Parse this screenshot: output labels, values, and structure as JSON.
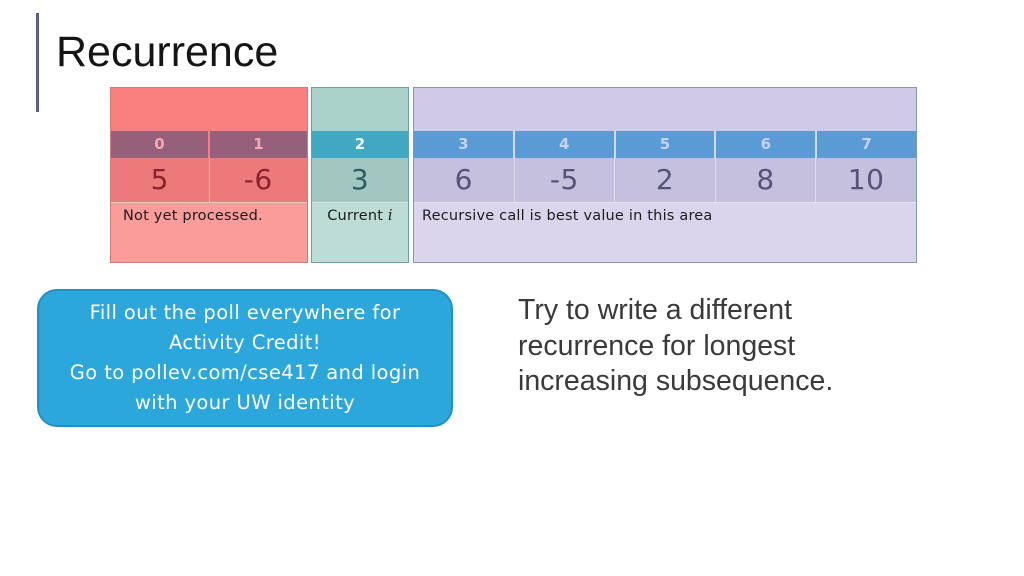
{
  "slide": {
    "title": "Recurrence"
  },
  "table": {
    "regions": {
      "processed": {
        "label": "Not yet processed.",
        "cells": [
          {
            "index": "0",
            "value": "5"
          },
          {
            "index": "1",
            "value": "-6"
          }
        ]
      },
      "current": {
        "label_text": "Current",
        "label_var": "i",
        "cells": [
          {
            "index": "2",
            "value": "3"
          }
        ]
      },
      "recursive": {
        "label": "Recursive call is best value in this area",
        "cells": [
          {
            "index": "3",
            "value": "6"
          },
          {
            "index": "4",
            "value": "-5"
          },
          {
            "index": "5",
            "value": "2"
          },
          {
            "index": "6",
            "value": "8"
          },
          {
            "index": "7",
            "value": "10"
          }
        ]
      }
    },
    "colors": {
      "processed_bg": "#F9807E",
      "processed_header": "#97607A",
      "current_bg": "#ABD2C9",
      "current_header": "#41A8C4",
      "recursive_bg": "#D0CAE8",
      "recursive_header": "#5B9BD5"
    }
  },
  "poll": {
    "bg_color": "#2BA7DB",
    "lines": [
      "Fill out the poll everywhere for",
      "Activity Credit!",
      "Go to pollev.com/cse417 and login",
      "with your UW identity"
    ]
  },
  "prompt": {
    "lines": [
      "Try to write a different",
      "recurrence for longest",
      "increasing subsequence."
    ]
  }
}
